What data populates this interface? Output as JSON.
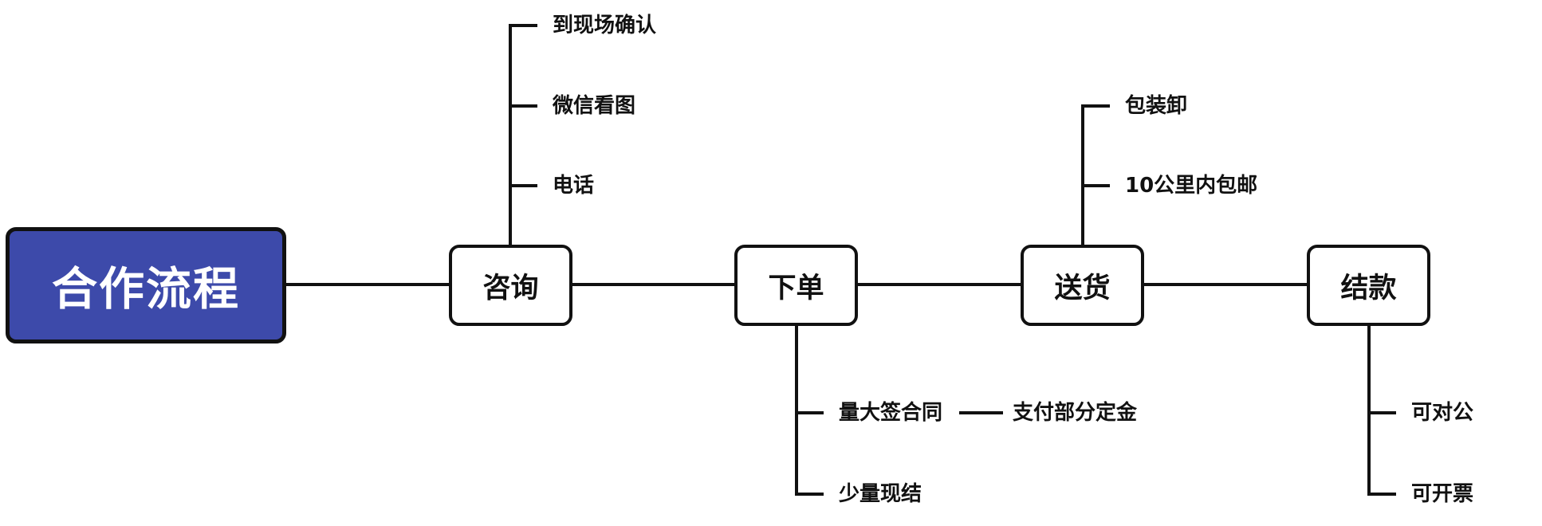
{
  "diagram": {
    "root": {
      "label": "合作流程"
    },
    "steps": [
      {
        "label": "咨询",
        "details": [
          "到现场确认",
          "微信看图",
          "电话"
        ]
      },
      {
        "label": "下单",
        "details": [
          "量大签合同",
          "少量现结"
        ],
        "sub_details": [
          "支付部分定金"
        ]
      },
      {
        "label": "送货",
        "details": [
          "包装卸",
          "10公里内包邮"
        ]
      },
      {
        "label": "结款",
        "details": [
          "可对公",
          "可开票"
        ]
      }
    ],
    "colors": {
      "root_fill": "#3d4aaa",
      "root_text": "#ffffff",
      "line": "#111111",
      "node_fill": "#ffffff"
    }
  }
}
